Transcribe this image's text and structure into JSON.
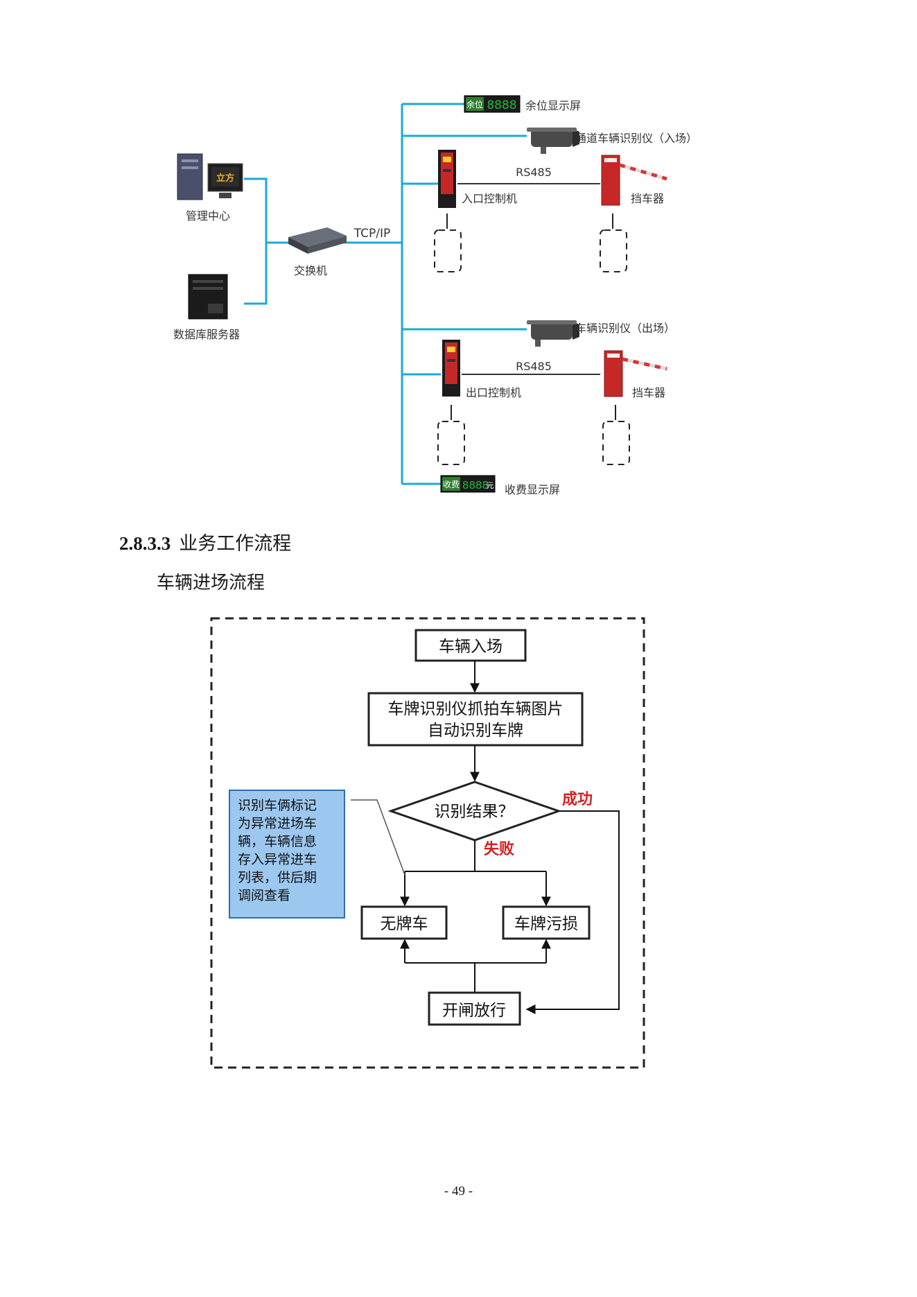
{
  "network": {
    "mgmt_center": "管理中心",
    "mgmt_screen": "立方",
    "db_server": "数据库服务器",
    "switch": "交换机",
    "tcpip": "TCP/IP",
    "spaces_label": "余位",
    "spaces_digits": "8888",
    "spaces_display": "余位显示屏",
    "entry_camera": "通道车辆识别仪（入场）",
    "rs485_entry": "RS485",
    "entry_controller": "入口控制机",
    "entry_barrier": "挡车器",
    "exit_camera": "车辆识别仪（出场）",
    "rs485_exit": "RS485",
    "exit_controller": "出口控制机",
    "exit_barrier": "挡车器",
    "fee_label": "收费",
    "fee_digits": "8888",
    "fee_unit": "元",
    "fee_display": "收费显示屏"
  },
  "section": {
    "number": "2.8.3.3",
    "title": "业务工作流程",
    "subtitle": "车辆进场流程"
  },
  "flowchart": {
    "start": "车辆入场",
    "capture_line1": "车牌识别仪抓拍车辆图片",
    "capture_line2": "自动识别车牌",
    "decision": "识别结果？",
    "success": "成功",
    "fail": "失败",
    "no_plate": "无牌车",
    "dirty_plate": "车牌污损",
    "open_gate": "开闸放行",
    "note_lines": [
      "识别车俩标记",
      "为异常进场车",
      "辆，车辆信息",
      "存入异常进车",
      "列表，供后期",
      "调阅查看"
    ]
  },
  "footer": {
    "page": "- 49 -"
  },
  "colors": {
    "bus": "#1aaad6",
    "accent_red": "#d42020",
    "note_fill": "#9cc8f0",
    "note_border": "#2d6fb0"
  }
}
